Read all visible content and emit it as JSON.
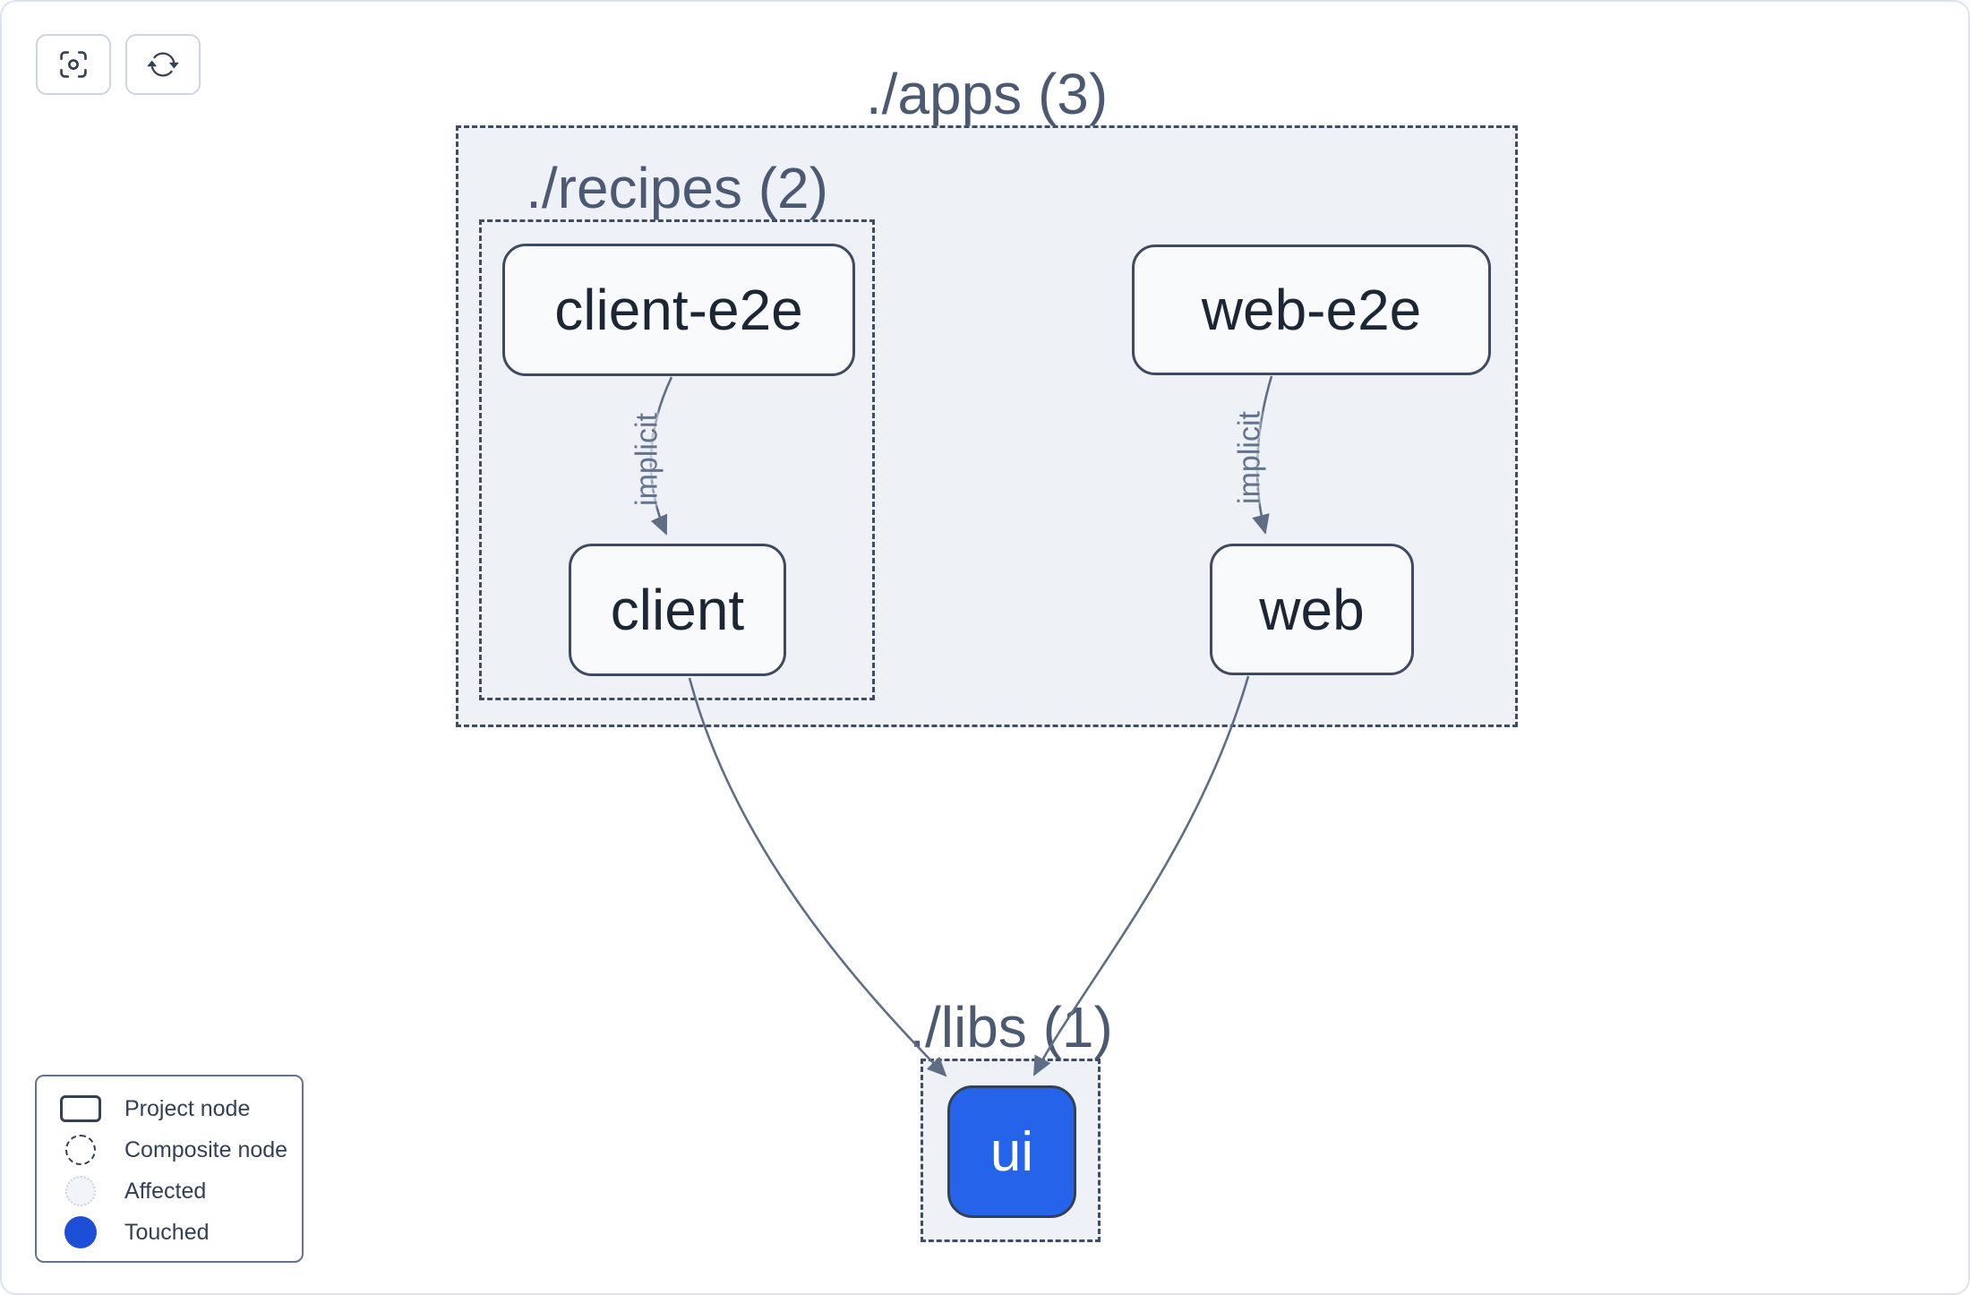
{
  "toolbar": {
    "focus_button": {
      "icon": "viewfinder-icon"
    },
    "refresh_button": {
      "icon": "refresh-icon"
    }
  },
  "graph": {
    "containers": [
      {
        "id": "apps",
        "label": "./apps (3)",
        "project_count": 3
      },
      {
        "id": "recipes",
        "label": "./recipes (2)",
        "project_count": 2
      },
      {
        "id": "libs",
        "label": "./libs (1)",
        "project_count": 1
      }
    ],
    "nodes": [
      {
        "id": "client-e2e",
        "label": "client-e2e",
        "state": "normal"
      },
      {
        "id": "web-e2e",
        "label": "web-e2e",
        "state": "normal"
      },
      {
        "id": "client",
        "label": "client",
        "state": "normal"
      },
      {
        "id": "web",
        "label": "web",
        "state": "normal"
      },
      {
        "id": "ui",
        "label": "ui",
        "state": "touched"
      }
    ],
    "edges": [
      {
        "from": "client-e2e",
        "to": "client",
        "label": "implicit"
      },
      {
        "from": "web-e2e",
        "to": "web",
        "label": "implicit"
      },
      {
        "from": "client",
        "to": "ui",
        "label": ""
      },
      {
        "from": "web",
        "to": "ui",
        "label": ""
      }
    ]
  },
  "legend": {
    "items": [
      {
        "label": "Project node",
        "swatch": "project"
      },
      {
        "label": "Composite node",
        "swatch": "composite"
      },
      {
        "label": "Affected",
        "swatch": "affected"
      },
      {
        "label": "Touched",
        "swatch": "touched"
      }
    ]
  },
  "colors": {
    "touched_node_fill": "#2563eb",
    "touched_legend_dot": "#1d4ed8",
    "affected_fill": "#f1f5f9",
    "container_fill": "#eef1f6",
    "container_border": "#3f4d63",
    "node_border": "#3d4a5f",
    "node_fill": "#f8fafc",
    "node_text": "#1c2736",
    "container_label_text": "#4b5a72",
    "edge": "#5f6e87",
    "edge_label_text": "#64748b",
    "canvas_border": "#dde3ee"
  }
}
